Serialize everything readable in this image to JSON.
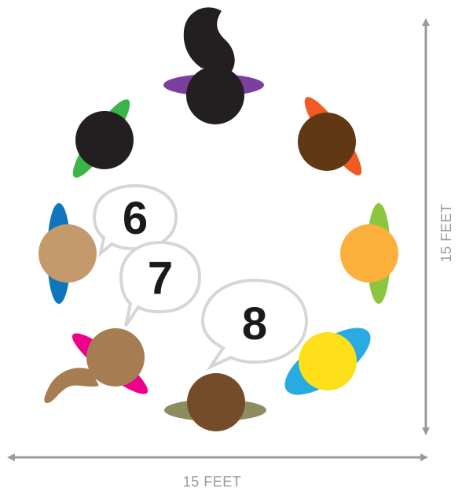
{
  "dimensions": {
    "horizontal_label": "15 FEET",
    "vertical_label": "15 FEET",
    "arrow_color": "#9a9a9a"
  },
  "people": [
    {
      "name": "person-top",
      "shoulder_color": "#7b3f9e",
      "head_color": "#231f20",
      "hair": "ponytail-black"
    },
    {
      "name": "person-upper-left",
      "shoulder_color": "#3bb54a",
      "head_color": "#231f20"
    },
    {
      "name": "person-upper-right",
      "shoulder_color": "#f15a24",
      "head_color": "#603813"
    },
    {
      "name": "person-left",
      "shoulder_color": "#0f75bc",
      "head_color": "#c49a6c"
    },
    {
      "name": "person-right",
      "shoulder_color": "#8cc63f",
      "head_color": "#fbb03b"
    },
    {
      "name": "person-lower-left",
      "shoulder_color": "#ec008c",
      "head_color": "#a67c52",
      "hair": "ponytail-brown"
    },
    {
      "name": "person-bottom",
      "shoulder_color": "#8c8c5e",
      "head_color": "#754c29"
    },
    {
      "name": "person-lower-right",
      "shoulder_color": "#29abe2",
      "head_color": "#fde01a"
    }
  ],
  "bubbles": [
    {
      "label": "6"
    },
    {
      "label": "7"
    },
    {
      "label": "8"
    }
  ]
}
